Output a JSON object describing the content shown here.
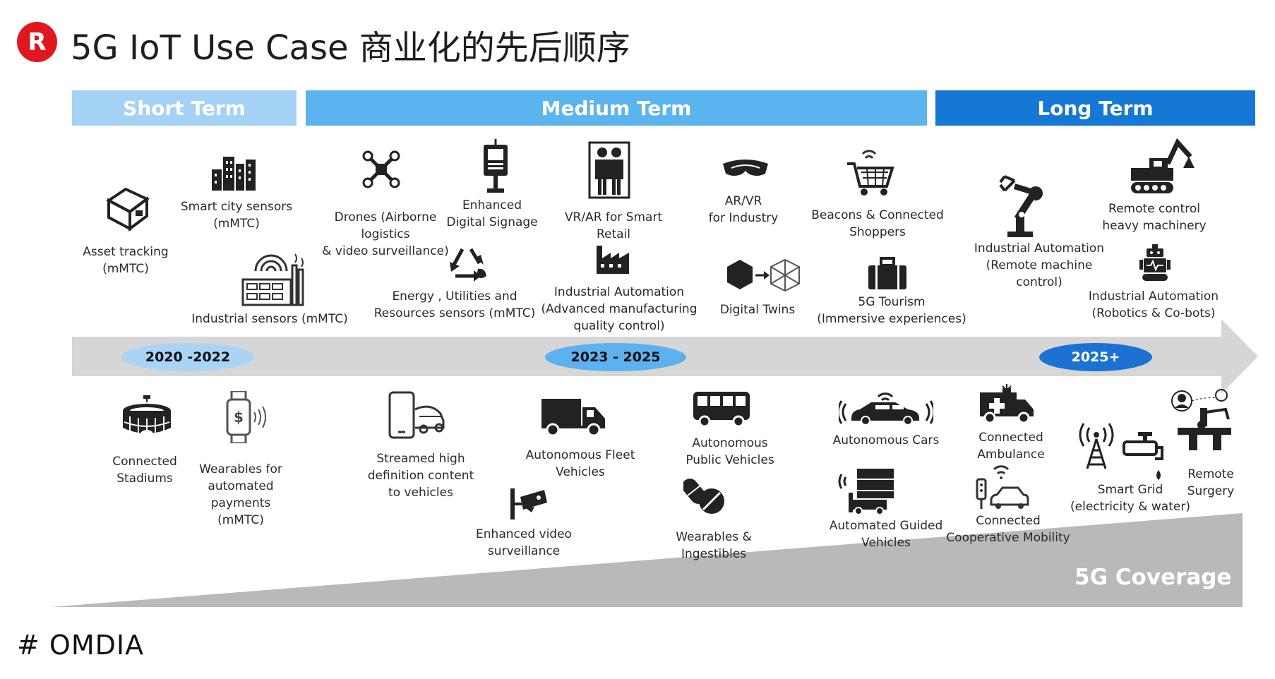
{
  "header": {
    "logo_letter": "R",
    "title": "5G IoT Use Case 商业化的先后顺序"
  },
  "terms": {
    "short": "Short Term",
    "medium": "Medium Term",
    "long": "Long Term"
  },
  "timeline": {
    "p1": "2020 -2022",
    "p2": "2023 - 2025",
    "p3": "2025+"
  },
  "top_items": {
    "asset": [
      "Asset tracking",
      "(mMTC)"
    ],
    "smartcity": [
      "Smart city sensors",
      "(mMTC)"
    ],
    "industrial_sensors": [
      "Industrial sensors (mMTC)"
    ],
    "drones": [
      "Drones (Airborne",
      "logistics",
      "& video surveillance)"
    ],
    "signage": [
      "Enhanced",
      "Digital Signage"
    ],
    "energy": [
      "Energy , Utilities and",
      "Resources sensors (mMTC)"
    ],
    "vr_retail": [
      "VR/AR for Smart",
      "Retail"
    ],
    "ind_auto_adv": [
      "Industrial Automation",
      "(Advanced manufacturing",
      "quality control)"
    ],
    "arvr_industry": [
      "AR/VR",
      "for Industry"
    ],
    "digital_twins": [
      "Digital Twins"
    ],
    "beacons": [
      "Beacons & Connected",
      "Shoppers"
    ],
    "tourism": [
      "5G Tourism",
      "(Immersive experiences)"
    ],
    "ind_auto_remote": [
      "Industrial Automation",
      "(Remote machine",
      "control)"
    ],
    "remote_heavy": [
      "Remote control",
      "heavy machinery"
    ],
    "ind_auto_robot": [
      "Industrial Automation",
      "(Robotics & Co-bots)"
    ]
  },
  "bottom_items": {
    "stadiums": [
      "Connected",
      "Stadiums"
    ],
    "wearables_pay": [
      "Wearables for",
      "automated",
      "payments",
      "(mMTC)"
    ],
    "streamed": [
      "Streamed high",
      "definition content",
      "to vehicles"
    ],
    "fleet": [
      "Autonomous Fleet",
      "Vehicles"
    ],
    "video_surv": [
      "Enhanced video",
      "surveillance"
    ],
    "public_vehicles": [
      "Autonomous",
      "Public Vehicles"
    ],
    "ingestibles": [
      "Wearables &",
      "Ingestibles"
    ],
    "cars": [
      "Autonomous Cars"
    ],
    "agv": [
      "Automated Guided",
      "Vehicles"
    ],
    "ambulance": [
      "Connected",
      "Ambulance"
    ],
    "coop_mobility": [
      "Connected",
      "Cooperative Mobility"
    ],
    "smart_grid": [
      "Smart Grid",
      "(electricity & water)"
    ],
    "surgery": [
      "Remote",
      "Surgery"
    ]
  },
  "coverage": {
    "label": "5G Coverage"
  },
  "footer": {
    "brand": "# OMDIA"
  },
  "colors": {
    "brand_red": "#e0171f",
    "short_term": "#a4d2f5",
    "medium_term": "#5cb4ee",
    "long_term": "#1478d4",
    "arrow_gray": "#d6d6d6",
    "coverage_gray": "#b9b9b9"
  }
}
